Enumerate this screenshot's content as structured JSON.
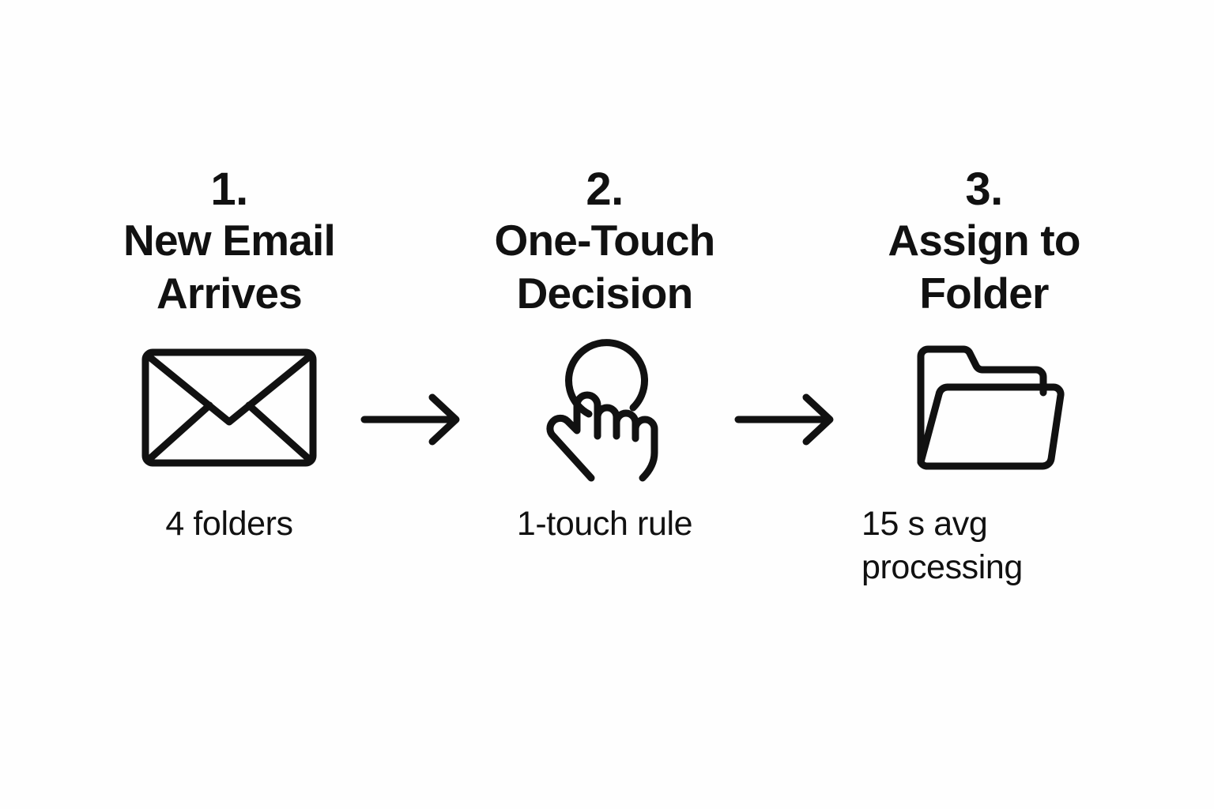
{
  "diagram": {
    "title_visible": false,
    "background_color": "#fefefe",
    "stroke_color": "#111111",
    "steps": [
      {
        "number": "1.",
        "title": "New Email\nArrives",
        "icon": "envelope-icon",
        "caption": "4 folders"
      },
      {
        "number": "2.",
        "title": "One-Touch\nDecision",
        "icon": "touch-hand-icon",
        "caption": "1-touch rule"
      },
      {
        "number": "3.",
        "title": "Assign to\nFolder",
        "icon": "open-folder-icon",
        "caption": "15 s avg\nprocessing"
      }
    ],
    "connectors": [
      {
        "name": "arrow-right-1",
        "from": "step-1",
        "to": "step-2",
        "glyph": "arrow-right-icon"
      },
      {
        "name": "arrow-right-2",
        "from": "step-2",
        "to": "step-3",
        "glyph": "arrow-right-icon"
      }
    ]
  }
}
